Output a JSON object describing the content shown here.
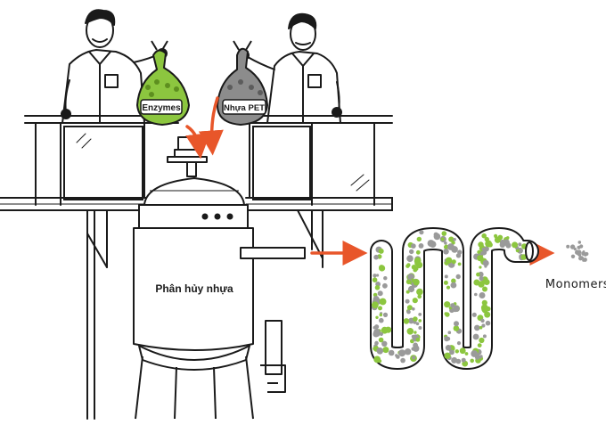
{
  "labels": {
    "enzymes_bag": "Enzymes",
    "pet_bag": "Nhựa PET",
    "reactor": "Phân hủy nhựa",
    "output": "Monomers"
  },
  "colors": {
    "enzyme_green": "#8cc63f",
    "pet_gray": "#9a9a9a",
    "arrow_orange": "#e8562a",
    "ink": "#1a1a1a"
  },
  "icons": [
    "scientist-left",
    "scientist-right",
    "enzymes-bag",
    "pet-bag",
    "reactor",
    "serpentine-tube",
    "monomer-cluster"
  ]
}
